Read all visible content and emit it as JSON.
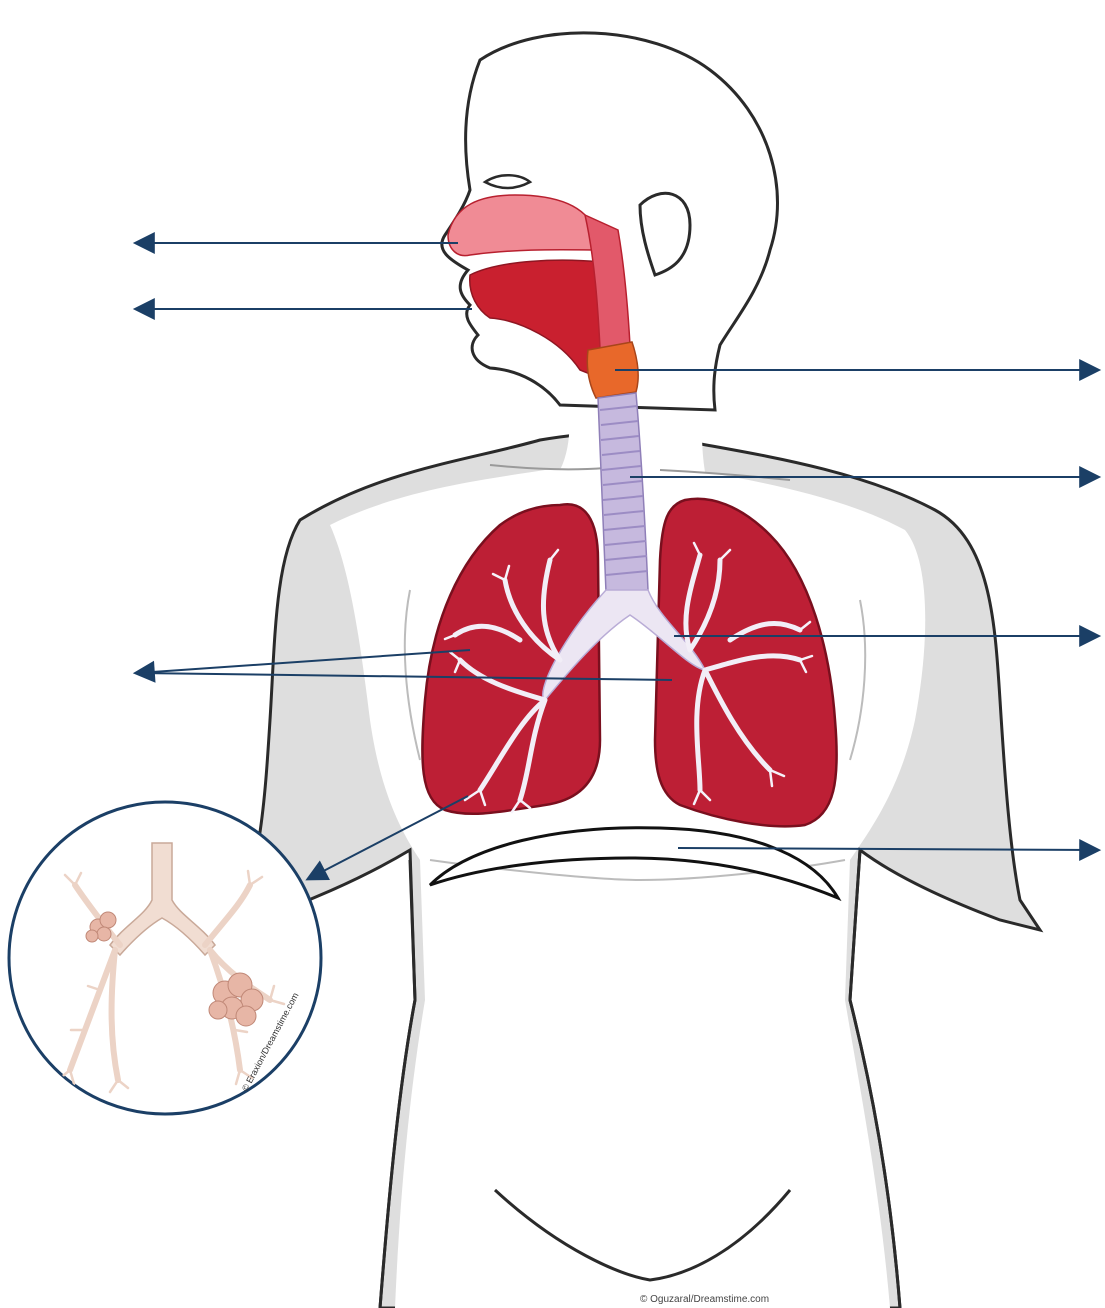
{
  "figure": {
    "credits": {
      "inset": "© Eraxion/Dreamstime.com",
      "main": "© Oguzaral/Dreamstime.com"
    }
  },
  "colors": {
    "arrow": "#1b3f66",
    "outline": "#2a2a2a",
    "body_shade": "#dedede",
    "nasal_cavity": "#f08b95",
    "oral_cavity": "#c9202f",
    "larynx": "#e8682a",
    "trachea": "#c6b9de",
    "lungs": "#bd1f35",
    "bronchi": "#ece6f3",
    "alveoli": "#e7b6a6",
    "bronchiole_tree": "#f1ddd2"
  },
  "labels": [
    {
      "id": "nasal-cavity",
      "text": "",
      "side": "left"
    },
    {
      "id": "oral-cavity",
      "text": "",
      "side": "left"
    },
    {
      "id": "larynx",
      "text": "",
      "side": "right"
    },
    {
      "id": "trachea",
      "text": "",
      "side": "right"
    },
    {
      "id": "bronchi",
      "text": "",
      "side": "right"
    },
    {
      "id": "lungs",
      "text": "",
      "side": "left"
    },
    {
      "id": "alveoli",
      "text": "",
      "side": "left"
    },
    {
      "id": "diaphragm",
      "text": "",
      "side": "right"
    }
  ]
}
